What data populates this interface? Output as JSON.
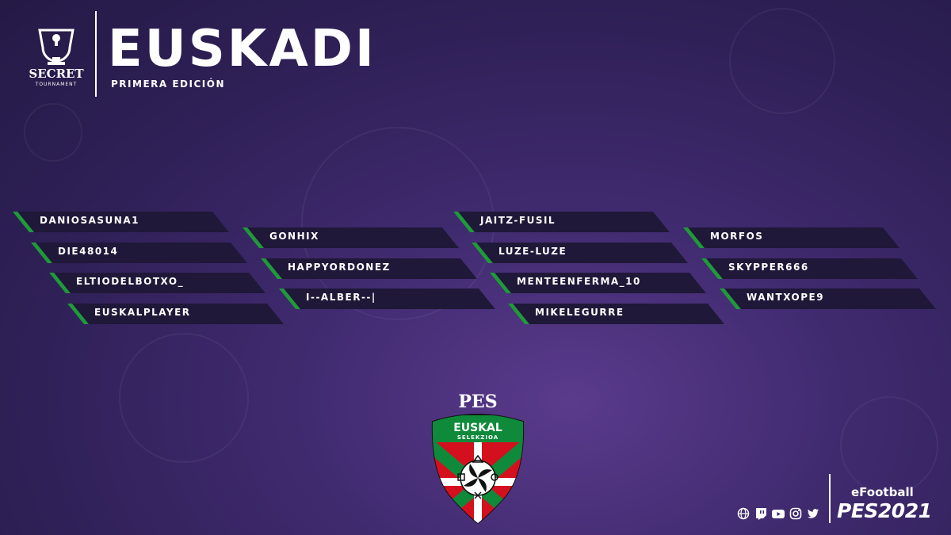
{
  "header": {
    "brand_line1": "SECRET",
    "brand_line2": "TOURNAMENT",
    "title": "EUSKADI",
    "subtitle": "PRIMERA EDICIÓN"
  },
  "groups": [
    {
      "players": [
        "DANIOSASUNA1",
        "DIE48014",
        "ELTIODELBOTXO_",
        "EUSKALPLAYER"
      ]
    },
    {
      "players": [
        "GONHIX",
        "HAPPYORDONEZ",
        "I--ALBER--|"
      ]
    },
    {
      "players": [
        "JAITZ-FUSIL",
        "LUZE-LUZE",
        "MENTEENFERMA_10",
        "MIKELEGURRE"
      ]
    },
    {
      "players": [
        "MORFOS",
        "SKYPPER666",
        "WANTXOPE9"
      ]
    }
  ],
  "crest": {
    "top_text": "PES",
    "line1": "EUSKAL",
    "line2": "SELEKZIOA"
  },
  "footer": {
    "social_icons": [
      "globe-icon",
      "twitch-icon",
      "youtube-icon",
      "instagram-icon",
      "twitter-icon"
    ],
    "efootball": "eFootball",
    "pes": "PES2021"
  },
  "colors": {
    "bg_dark": "#241a46",
    "bg_mid": "#3f2a6e",
    "bar": "#1f1838",
    "accent_green": "#1f9a3a",
    "crest_red": "#d4101e",
    "crest_green": "#0f8a3a"
  }
}
